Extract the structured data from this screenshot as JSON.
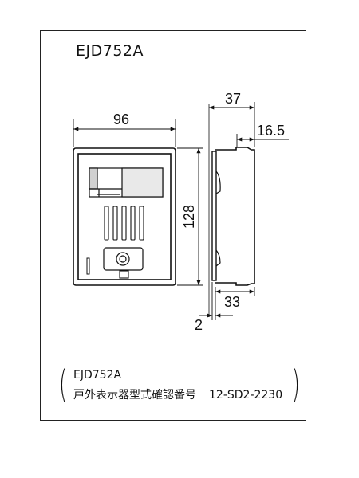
{
  "title": "EJD752A",
  "dimensions": {
    "width": "96",
    "height": "128",
    "depth_total": "37",
    "depth_front": "16.5",
    "depth_back": "33",
    "offset": "2"
  },
  "certification": {
    "model": "EJD752A",
    "label": "戸外表示器型式確認番号",
    "number": "12-SD2-2230",
    "open_paren": "(",
    "close_paren": ")"
  }
}
